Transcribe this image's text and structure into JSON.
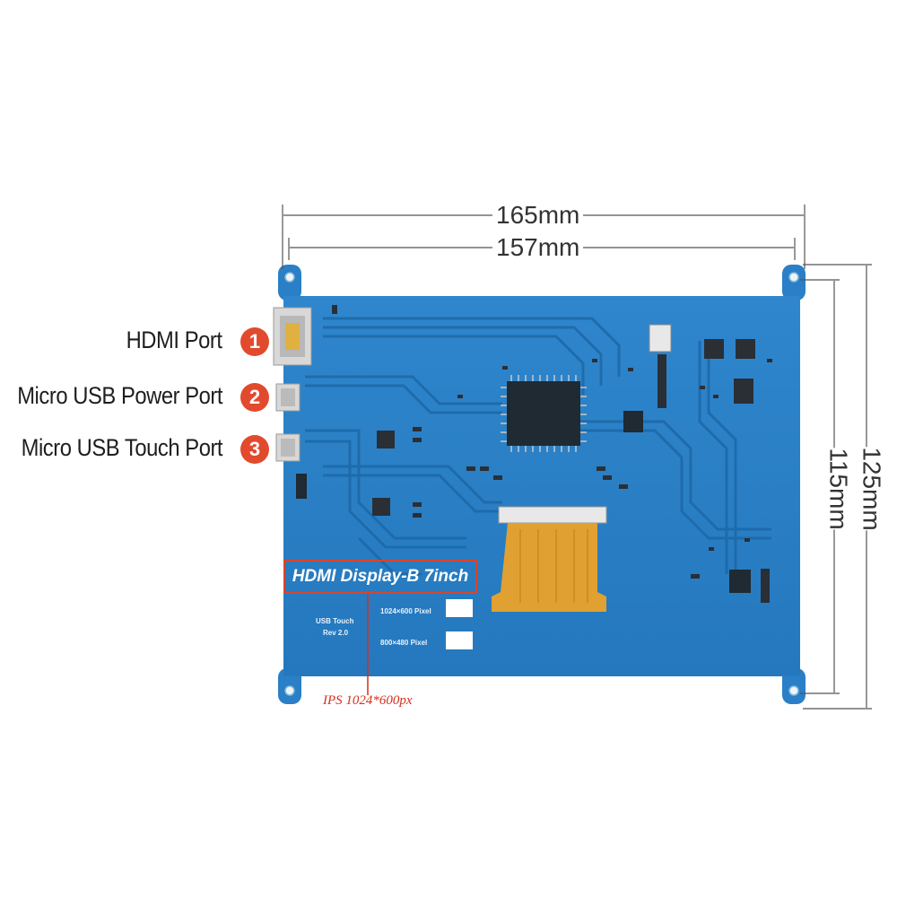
{
  "ports": [
    {
      "label": "HDMI Port",
      "number": "1"
    },
    {
      "label": "Micro USB Power Port",
      "number": "2"
    },
    {
      "label": "Micro USB Touch Port",
      "number": "3"
    }
  ],
  "dimensions": {
    "outer_width": "165mm",
    "inner_width": "157mm",
    "outer_height": "125mm",
    "inner_height": "115mm"
  },
  "board": {
    "title": "HDMI Display-B 7inch",
    "usb_touch_line1": "USB Touch",
    "usb_touch_line2": "Rev 2.0",
    "resolution_1": "1024×600 Pixel",
    "resolution_2": "800×480 Pixel",
    "ips_note": "IPS 1024*600px"
  },
  "colors": {
    "board": "#2a7fc6",
    "callout": "#e24a2e",
    "connector": "#e0a032"
  }
}
